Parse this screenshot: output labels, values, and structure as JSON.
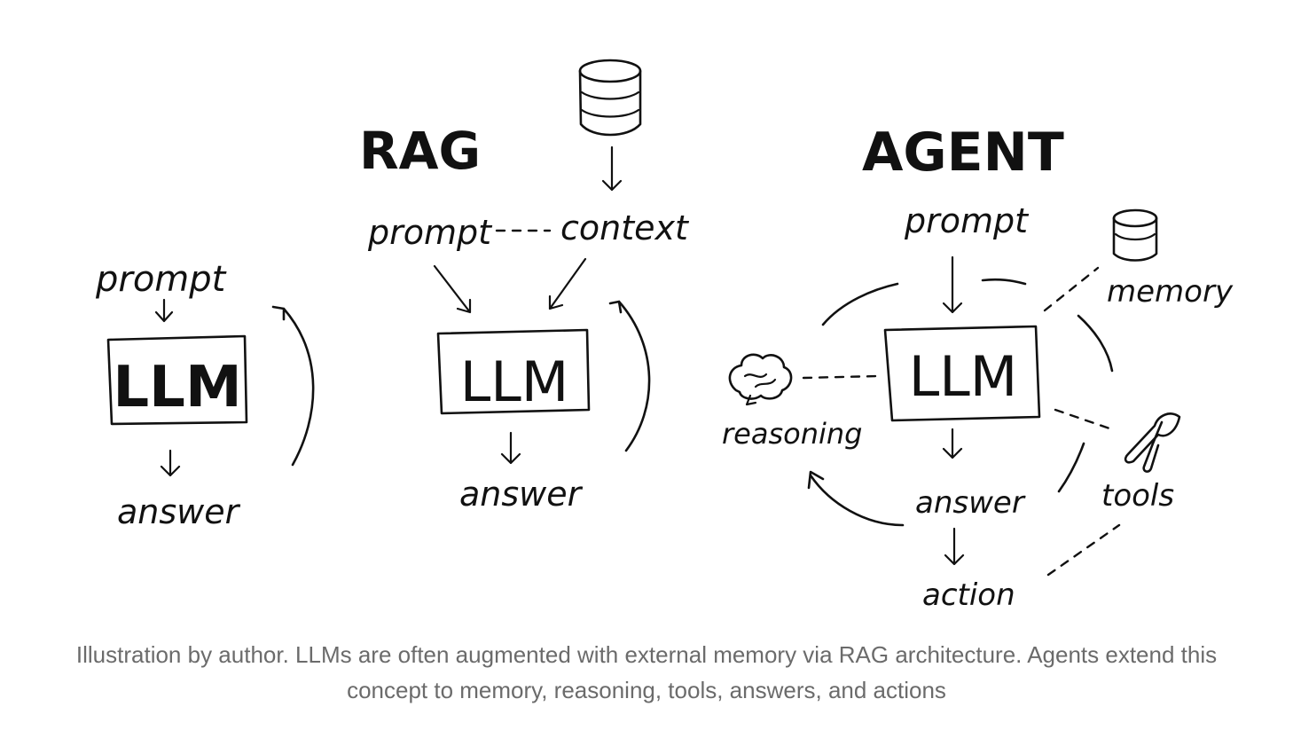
{
  "diagram": {
    "plain": {
      "prompt": "prompt",
      "llm": "LLM",
      "answer": "answer"
    },
    "rag": {
      "title": "RAG",
      "prompt": "prompt",
      "context": "context",
      "llm": "LLM",
      "answer": "answer"
    },
    "agent": {
      "title": "AGENT",
      "prompt": "prompt",
      "llm": "LLM",
      "memory": "memory",
      "reasoning": "reasoning",
      "answer": "answer",
      "tools": "tools",
      "action": "action"
    }
  },
  "caption": "Illustration by author. LLMs are often augmented with external memory via RAG architecture. Agents extend this concept to memory, reasoning, tools, answers, and actions"
}
